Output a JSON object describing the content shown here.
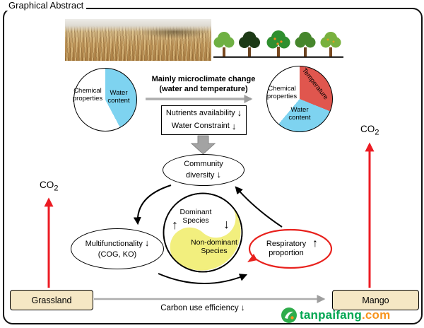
{
  "title": "Graphical Abstract",
  "left_pie": {
    "chemical": "Chemical properties",
    "water": "Water content"
  },
  "right_pie": {
    "chemical": "Chemical properties",
    "water": "Water content",
    "temperature": "Temperature"
  },
  "microclimate": {
    "line1": "Mainly microclimate change",
    "line2": "(water and temperature)"
  },
  "constraints": {
    "nutrients": "Nutrients availability",
    "water": "Water Constraint",
    "down_arrow": "↓"
  },
  "cycle": {
    "community": "Community diversity",
    "community_arrow": "↓",
    "dominant": "Dominant Species",
    "dominant_arrow": "↑",
    "nondominant": "Non-dominant Species",
    "nondominant_arrow": "↓",
    "multifunctionality": "Multifunctionality",
    "multifunctionality_sub": "(COG, KO)",
    "multifunctionality_arrow": "↓",
    "respiratory": "Respiratory proportion",
    "respiratory_arrow": "↑"
  },
  "emissions": {
    "co2_base": "CO",
    "co2_sub": "2"
  },
  "bottom": {
    "grassland": "Grassland",
    "mango": "Mango",
    "carbon": "Carbon use efficiency",
    "carbon_arrow": "↓"
  },
  "watermark": {
    "brand": "tanpaifang",
    "tld": ".com"
  },
  "colors": {
    "water_blue": "#7ED3F0",
    "temperature_red": "#E0564E",
    "nondominant_yellow": "#F2EF7E",
    "box_tan": "#F5E7C4",
    "arrow_red": "#EC1B23",
    "arrow_gray": "#ADADAD",
    "brand_green": "#00A651",
    "brand_orange": "#F7941D"
  }
}
